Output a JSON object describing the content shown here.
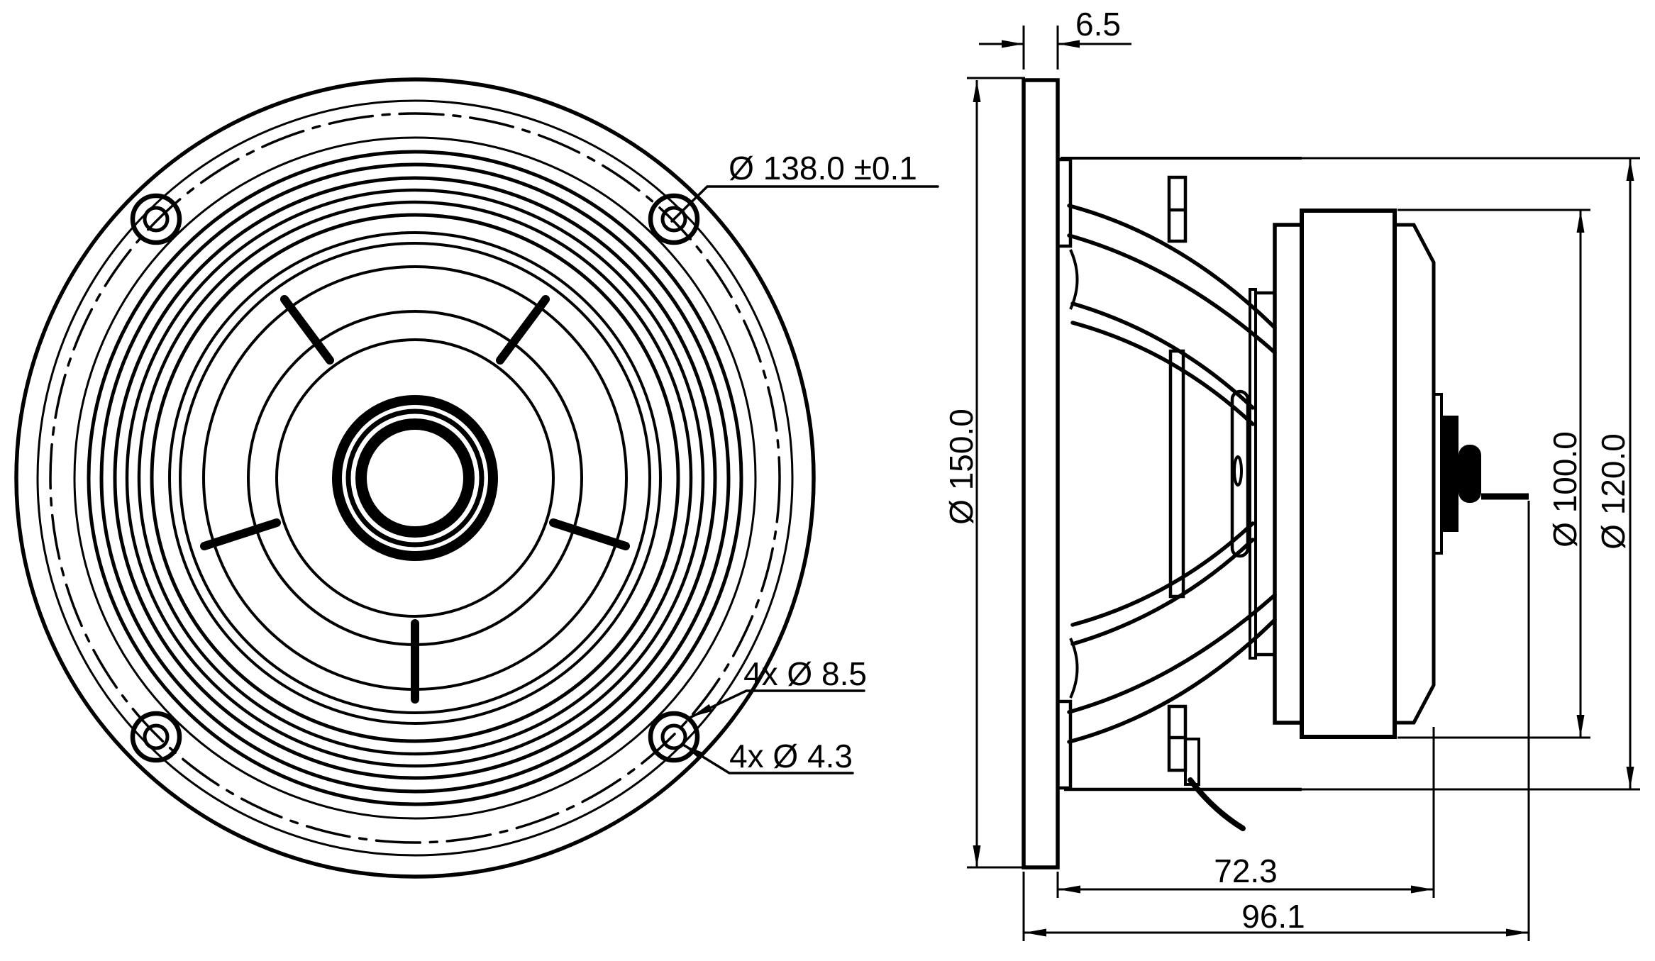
{
  "drawing": {
    "background_color": "#ffffff",
    "line_color": "#000000",
    "front_view": {
      "bolt_circle_callout": "Ø 138.0 ±0.1",
      "counterbore_callout": "4x Ø 8.5",
      "through_hole_callout": "4x Ø 4.3",
      "mounting_hole_count": 4,
      "spoke_count": 5
    },
    "side_view": {
      "flange_thickness": "6.5",
      "overall_diameter": "Ø 150.0",
      "magnet_diameter": "Ø 100.0",
      "basket_diameter": "Ø 120.0",
      "mounting_depth": "72.3",
      "total_depth": "96.1"
    }
  }
}
